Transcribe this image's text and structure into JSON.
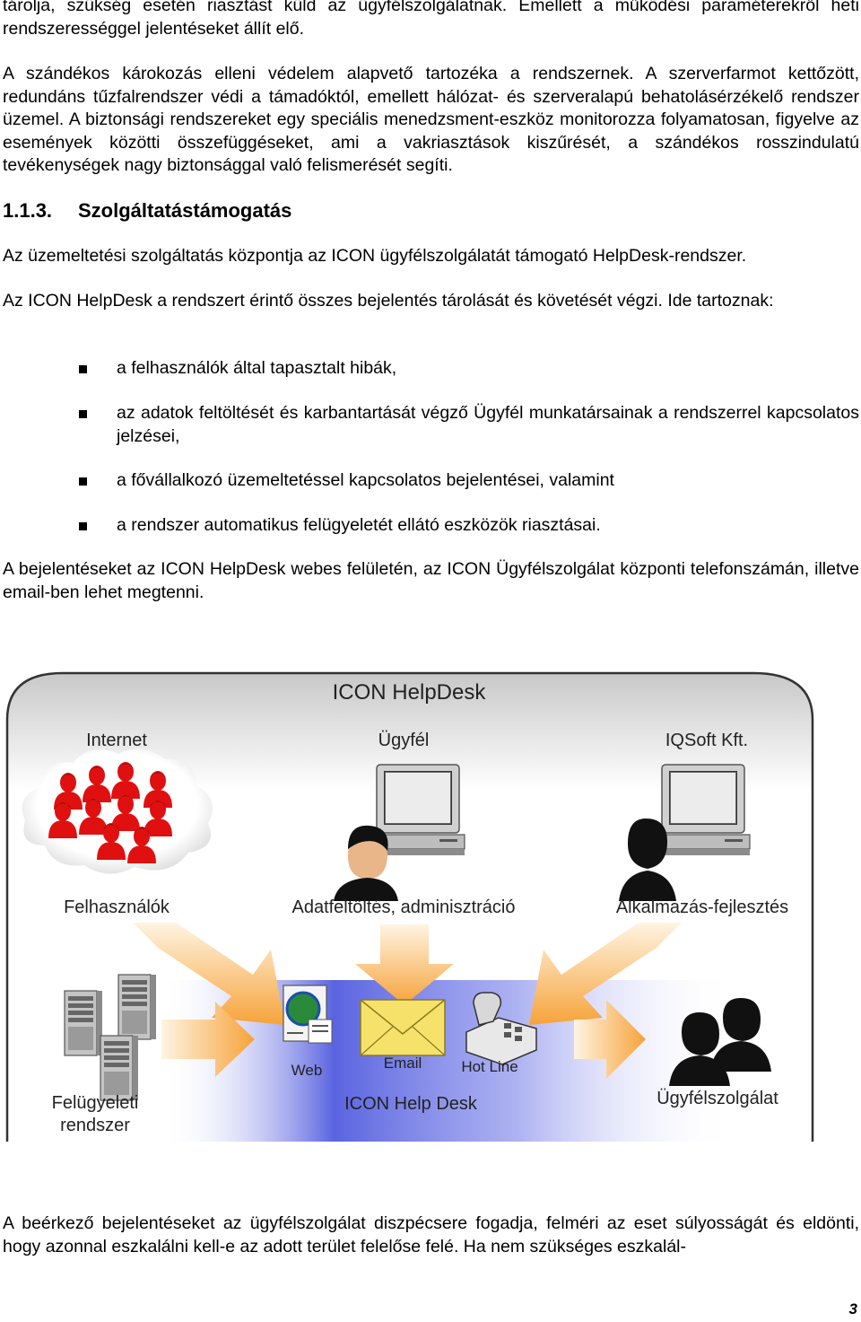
{
  "paragraphs": {
    "p1": "tárolja, szükség esetén riasztást küld az ügyfélszolgálatnak. Emellett a működési paraméterekről heti rendszerességgel jelentéseket állít elő.",
    "p2": "A szándékos károkozás elleni védelem alapvető tartozéka a rendszernek. A szerverfarmot kettőzött, redundáns tűzfalrendszer védi a támadóktól, emellett hálózat- és szerveralapú behatolásérzékelő rendszer üzemel. A biztonsági rendszereket egy speciális menedzsment-eszköz monitorozza folyamatosan, figyelve az események közötti összefüggéseket, ami a vakriasztások kiszűrését, a szándékos rosszindulatú tevékenységek nagy biztonsággal való felismerését segíti.",
    "p3": "Az üzemeltetési szolgáltatás központja az ICON ügyfélszolgálatát támogató HelpDesk-rendszer.",
    "p4": "Az ICON HelpDesk a rendszert érintő összes bejelentés tárolását és követését végzi. Ide tartoznak:",
    "p5": "A bejelentéseket az ICON HelpDesk webes felületén, az ICON Ügyfélszolgálat központi telefonszámán, illetve email-ben lehet megtenni.",
    "p6": "A beérkező bejelentéseket az ügyfélszolgálat diszpécsere fogadja, felméri az eset súlyosságát és eldönti, hogy azonnal eszkalálni kell-e az adott terület felelőse felé. Ha nem szükséges eszkalál-"
  },
  "section": {
    "number": "1.1.3.",
    "title": "Szolgáltatástámogatás"
  },
  "list_items": [
    "a felhasználók által tapasztalt hibák,",
    "az adatok feltöltését és karbantartását végző Ügyfél munkatársainak a rendszerrel kapcsolatos jelzései,",
    "a fővállalkozó üzemeltetéssel kapcsolatos bejelentései, valamint",
    "a rendszer automatikus felügyeletét ellátó eszközök riasztásai."
  ],
  "diagram": {
    "title": "ICON HelpDesk",
    "top_labels": [
      "Internet",
      "Ügyfél",
      "IQSoft Kft."
    ],
    "role_labels": [
      "Felhasználók",
      "Adatfeltöltés, adminisztráció",
      "Alkalmazás-fejlesztés"
    ],
    "channel_labels": [
      "Web",
      "Email",
      "Hot Line"
    ],
    "center_label": "ICON Help Desk",
    "monitor_label_line1": "Felügyeleti",
    "monitor_label_line2": "rendszer",
    "support_label": "Ügyfélszolgálat",
    "colors": {
      "people_red": "#e01010",
      "arrow_orange": "#f6a33a",
      "band_blue": "#5a64e0",
      "envelope_yellow": "#f6e26a"
    }
  },
  "page_number": "3"
}
